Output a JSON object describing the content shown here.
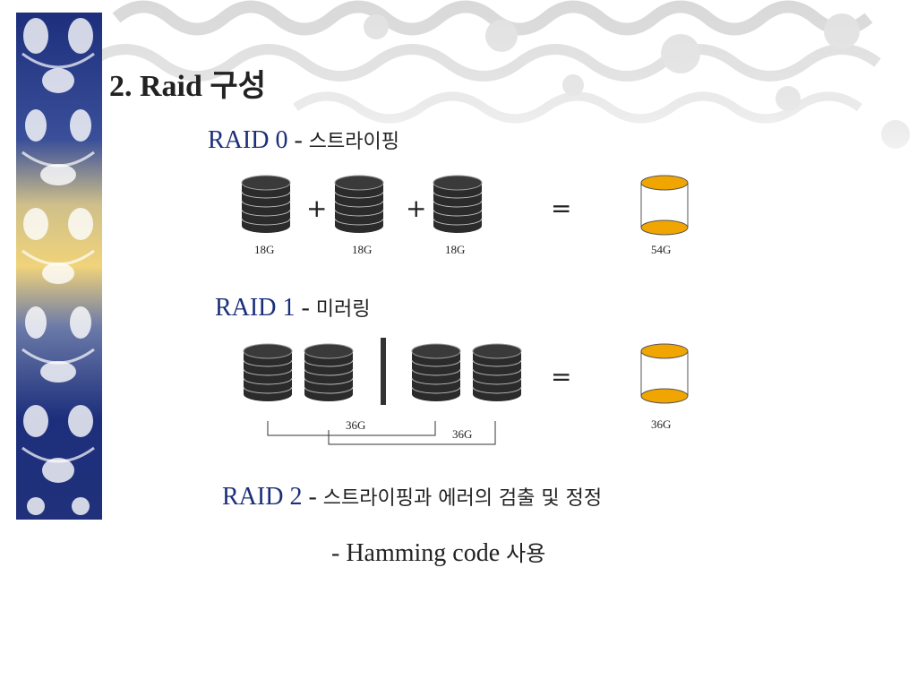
{
  "slide": {
    "title": "2. Raid 구성"
  },
  "raid0": {
    "label": "RAID 0",
    "dash": " - ",
    "desc": "스트라이핑",
    "plus1": "+",
    "plus2": "+",
    "equals": "=",
    "disks": [
      "18G",
      "18G",
      "18G"
    ],
    "result": "54G"
  },
  "raid1": {
    "label": "RAID 1",
    "dash": " - ",
    "desc": "미러링",
    "equals": "=",
    "group1": "36G",
    "group2": "36G",
    "result": "36G"
  },
  "raid2": {
    "label": "RAID 2",
    "dash": " - ",
    "desc": "스트라이핑과 에러의 검출 및 정정",
    "note_prefix": "-  Hamming code ",
    "note_suffix": "사용"
  },
  "colors": {
    "title": "#222222",
    "raid_label": "#1a2f7a",
    "disk_dark": "#2b2b2b",
    "disk_result": "#f0a500",
    "border_band_navy": "#14246b",
    "border_band_gold": "#e8c560"
  },
  "icons": {
    "disk": "stacked-disk-icon",
    "result_disk": "cylinder-disk-icon"
  }
}
